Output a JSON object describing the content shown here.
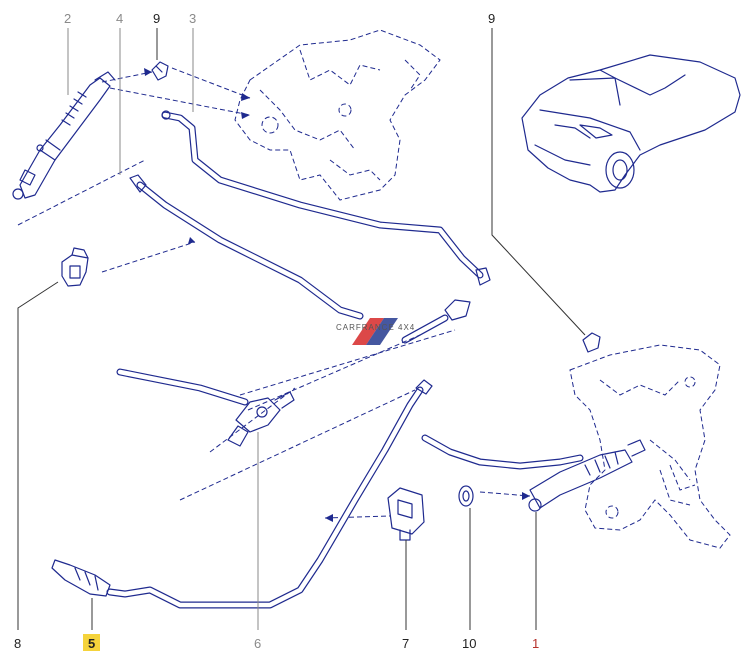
{
  "callouts": {
    "c1": "1",
    "c2": "2",
    "c3": "3",
    "c4": "4",
    "c5": "5",
    "c6": "6",
    "c7": "7",
    "c8": "8",
    "c9a": "9",
    "c9b": "9",
    "c10": "10"
  },
  "watermark": "CARFRANCE 4X4",
  "colors": {
    "line_art": "#1f2a8f",
    "highlight": "#f5d33b",
    "active_label": "#222222",
    "inactive_label": "#8a8a8a",
    "watermark_red": "#d62828"
  },
  "icons": [
    "clutch-master-cylinder",
    "clutch-slave-cylinder",
    "hydraulic-pipe",
    "pipe-clip",
    "car-outline",
    "pedal-bracket"
  ]
}
